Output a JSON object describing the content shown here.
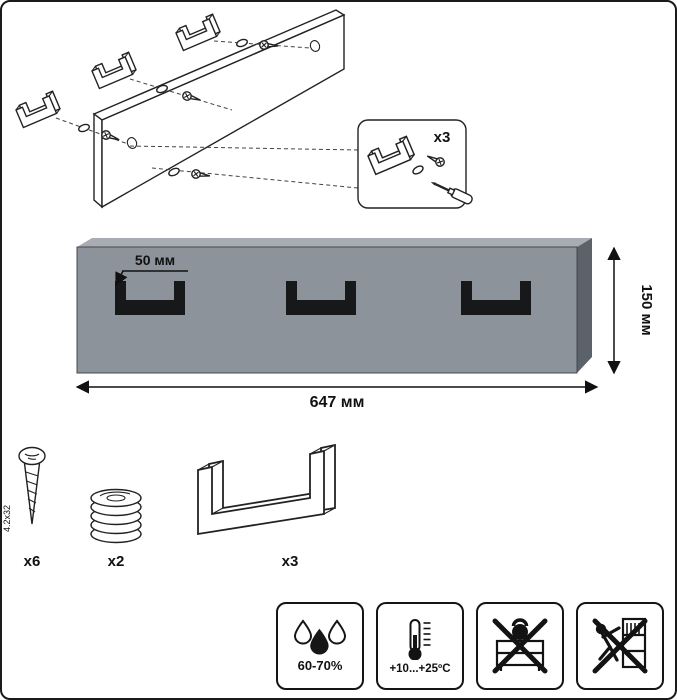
{
  "exploded": {
    "callout_count": "x3"
  },
  "front_view": {
    "dim_offset": "50 мм",
    "dim_height": "150 мм",
    "dim_width": "647 мм"
  },
  "hardware": {
    "screw_count": "x6",
    "screw_size": "4.2x32",
    "washer_count": "x2",
    "hook_count": "x3"
  },
  "care": {
    "humidity": "60-70%",
    "temperature": "+10...+25ºC"
  },
  "colors": {
    "panel_front": "#8d939a",
    "panel_side": "#5c6269",
    "panel_top": "#a8adb3",
    "hook": "#17181a"
  }
}
